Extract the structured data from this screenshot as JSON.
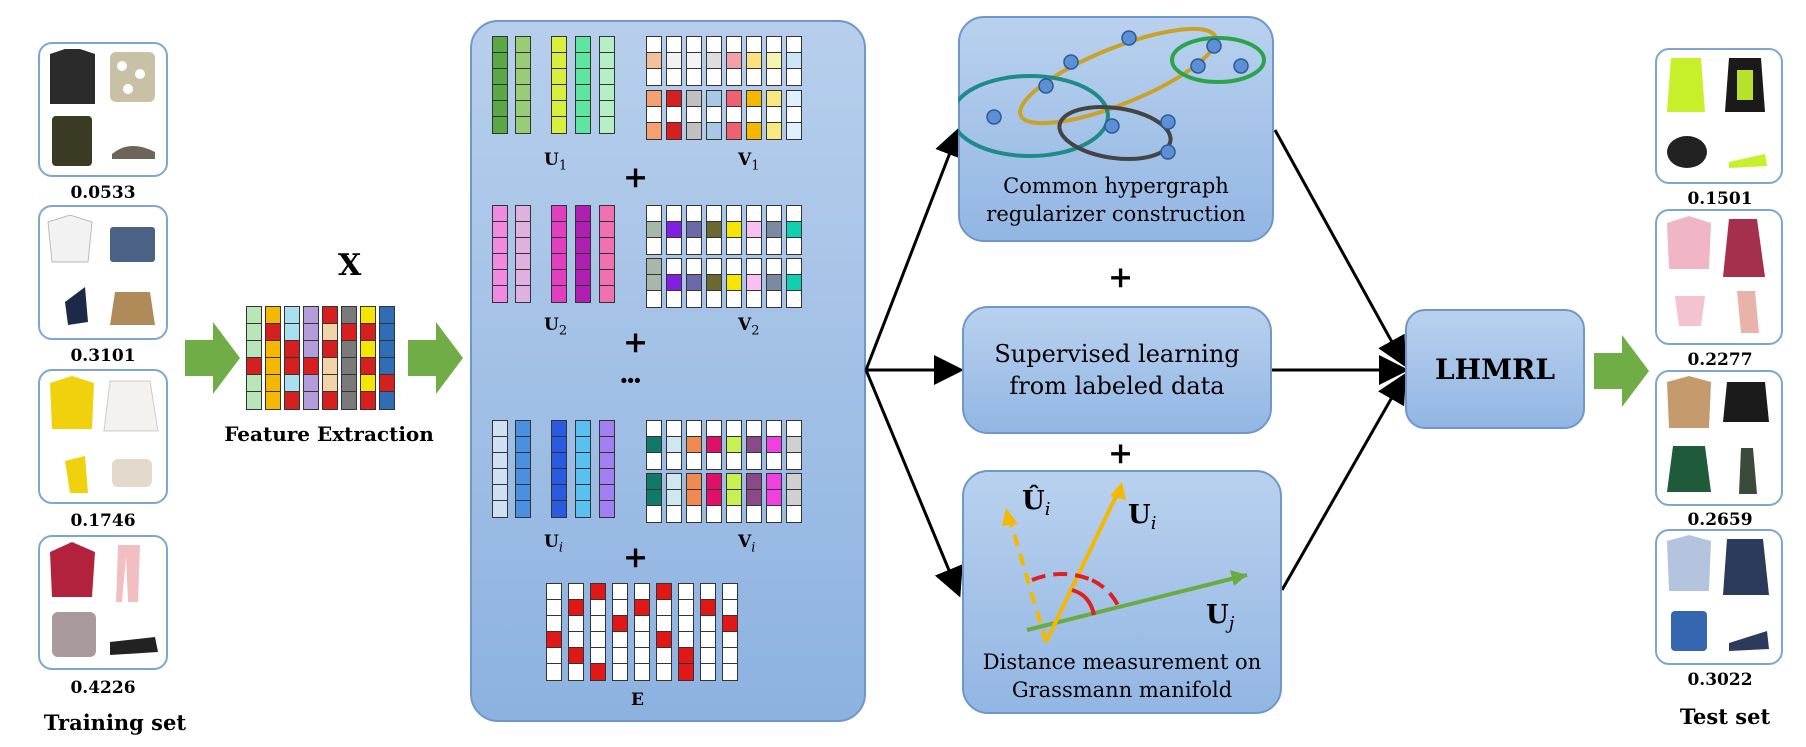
{
  "training": {
    "title": "Training set",
    "scores": [
      "0.0533",
      "0.3101",
      "0.1746",
      "0.4226"
    ]
  },
  "feature": {
    "x_label": "X",
    "caption": "Feature Extraction"
  },
  "panel": {
    "u1": "U",
    "u1_sub": "1",
    "v1": "V",
    "v1_sub": "1",
    "u2": "U",
    "u2_sub": "2",
    "v2": "V",
    "v2_sub": "2",
    "ui": "U",
    "ui_sub": "i",
    "vi": "V",
    "vi_sub": "i",
    "e": "E",
    "plus": "+",
    "ellipsis": "···"
  },
  "boxes": {
    "hypergraph": "Common hypergraph regularizer construction",
    "supervised": "Supervised learning from labeled data",
    "grassmann": "Distance measurement on Grassmann manifold",
    "grassmann_ui_hat": "Û",
    "grassmann_ui_hat_sub": "i",
    "grassmann_ui": "U",
    "grassmann_ui_sub": "i",
    "grassmann_uj": "U",
    "grassmann_uj_sub": "j",
    "plus": "+"
  },
  "model": {
    "name": "LHMRL"
  },
  "test": {
    "title": "Test set",
    "scores": [
      "0.1501",
      "0.2277",
      "0.2659",
      "0.3022"
    ]
  },
  "colors": {
    "arrow_green": "#70ad47",
    "panel_blue": "#9dbde6",
    "ellipse_gold": "#c9a227",
    "ellipse_teal": "#1f8a8a",
    "ellipse_grey": "#444444",
    "ellipse_green": "#2aa34a",
    "node_blue": "#5b8fd6",
    "vector_orange": "#f5b800",
    "vector_green": "#6aab3f",
    "angle_red": "#e02020"
  }
}
